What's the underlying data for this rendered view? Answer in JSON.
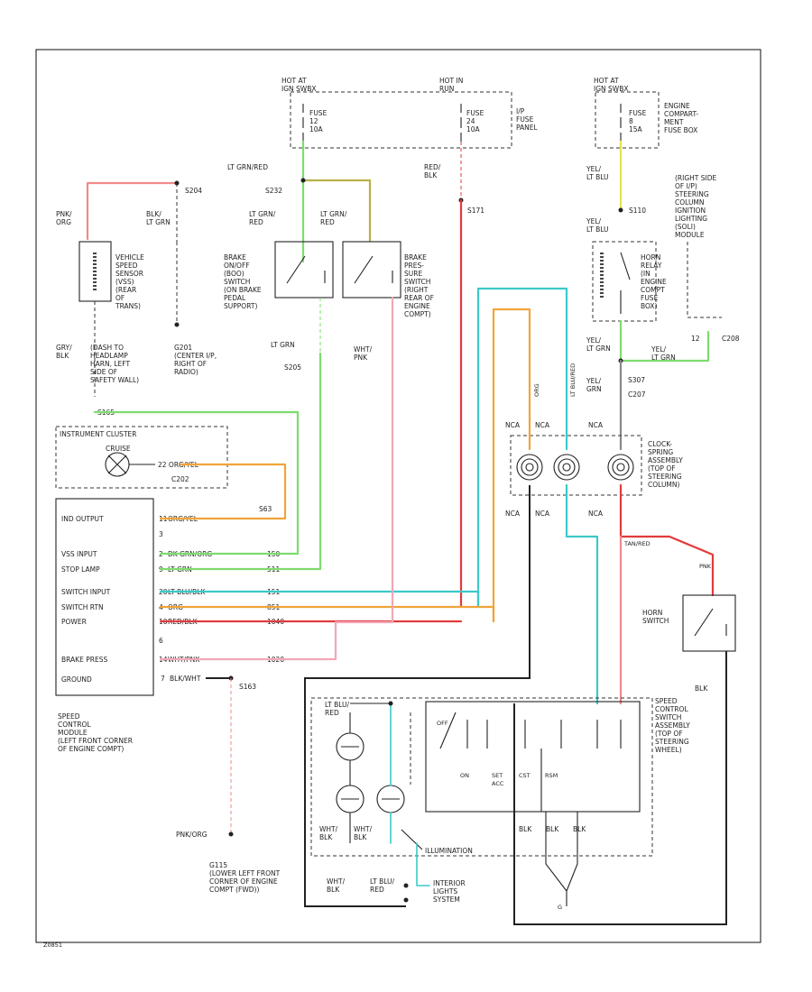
{
  "colors": {
    "pink": "#f08a8a",
    "red": "#e23b3b",
    "lt_green": "#7ddc6e",
    "yellow_green": "#b9b04a",
    "yellow": "#e8e24a",
    "cyan": "#3cc9c9",
    "orange": "#f0a43a",
    "light_pink": "#f3a7b6",
    "black": "#222222"
  },
  "top": {
    "hot_at_ign_left": "HOT AT\nIGN SWBX",
    "fuse_left": "FUSE\n12\n10A",
    "hot_in_run": "HOT IN\nRUN",
    "fuse_mid": "FUSE\n24\n10A",
    "ip_fuse_panel": "I/P\nFUSE\nPANEL",
    "hot_at_ign_right": "HOT AT\nIGN SWBX",
    "fuse_right": "FUSE\n8\n15A",
    "engine_fuse_box": "ENGINE\nCOMPART-\nMENT\nFUSE BOX"
  },
  "vss": {
    "pnk_org": "PNK/\nORG",
    "blk_ltgrn": "BLK/\nLT GRN",
    "s204": "S204",
    "name": "VEHICLE\nSPEED\nSENSOR\n(VSS)\n(REAR\nOF\nTRANS)",
    "gry_blk": "GRY/\nBLK",
    "note": "(DASH TO\nHEADLAMP\nHARN, LEFT\nSIDE OF\nSAFETY WALL)",
    "g201": "G201\n(CENTER I/P,\nRIGHT OF\nRADIO)",
    "s165": "S165"
  },
  "brake": {
    "lt_grn_red_top": "LT GRN/RED",
    "s232": "S232",
    "lt_grn_red_1": "LT GRN/\nRED",
    "lt_grn_red_2": "LT GRN/\nRED",
    "onoff_switch": "BRAKE\nON/OFF\n(BOO)\nSWITCH\n(ON BRAKE\nPEDAL\nSUPPORT)",
    "lt_grn": "LT GRN",
    "s205": "S205",
    "pressure_switch": "BRAKE\nPRES-\nSURE\nSWITCH\n(RIGHT\nREAR OF\nENGINE\nCOMPT)",
    "wht_pnk": "WHT/\nPNK"
  },
  "run_wire": {
    "red_blk": "RED/\nBLK",
    "s171": "S171"
  },
  "horn_relay": {
    "yel_ltblu": "YEL/\nLT BLU",
    "s110": "S110",
    "yel_ltblu_2": "YEL/\nLT BLU",
    "name": "HORN\nRELAY\n(IN\nENGINE\nCOMPT\nFUSE\nBOX)",
    "right_side": "(RIGHT SIDE\nOF I/P)\nSTEERING\nCOLUMN\nIGNITION\nLIGHTING\n(SOLI)\nMODULE",
    "c208": "C208",
    "yel_ltgrn": "YEL/\nLT GRN",
    "yel_ltgrn_2": "YEL/\nLT GRN",
    "yel_grn": "YEL/\nGRN",
    "s307": "S307",
    "c207": "C207",
    "v12": "12"
  },
  "cluster": {
    "title": "INSTRUMENT CLUSTER",
    "cruise": "CRUISE",
    "c202": "C202",
    "wire_22": "22  ORG/YEL",
    "s63": "S63"
  },
  "clockspring": {
    "nca1": "NCA",
    "nca2": "NCA",
    "nca3": "NCA",
    "nca4": "NCA",
    "nca5": "NCA",
    "nca6": "NCA",
    "name": "CLOCK-\nSPRING\nASSEMBLY\n(TOP OF\nSTEERING\nCOLUMN)",
    "ltblu_red": "LT BLU/RED",
    "org_tag": "ORG",
    "tan_red": "TAN/RED"
  },
  "scm": {
    "pins": [
      {
        "num": "11",
        "label": "IND OUTPUT",
        "wire": "ORG/YEL"
      },
      {
        "num": "3",
        "label": "",
        "wire": ""
      },
      {
        "num": "2",
        "label": "VSS INPUT",
        "wire": "DK GRN/ORG",
        "circuit": "150"
      },
      {
        "num": "9",
        "label": "STOP LAMP",
        "wire": "LT GRN",
        "circuit": "511"
      },
      {
        "num": "20",
        "label": "SWITCH INPUT",
        "wire": "LT BLU/BLK",
        "circuit": "151"
      },
      {
        "num": "4",
        "label": "SWITCH RTN",
        "wire": "ORG",
        "circuit": "851"
      },
      {
        "num": "10",
        "label": "POWER",
        "wire": "RED/BLK",
        "circuit": "1040"
      },
      {
        "num": "6",
        "label": "",
        "wire": ""
      },
      {
        "num": "14",
        "label": "BRAKE PRESS",
        "wire": "WHT/PNK",
        "circuit": "1020"
      }
    ],
    "ground_pin": "7",
    "ground_label": "GROUND",
    "ground_wire": "BLK/WHT",
    "s163": "S163",
    "name": "SPEED\nCONTROL\nMODULE\n(LEFT FRONT CORNER\nOF ENGINE COMPT)",
    "pnk_org": "PNK/ORG",
    "g115": "G115\n(LOWER LEFT FRONT\nCORNER OF ENGINE\nCOMPT (FWD))"
  },
  "horn_switch": {
    "name": "HORN\nSWITCH",
    "pnk_tag": "PNK"
  },
  "scs": {
    "lt_blu_red": "LT BLU/\nRED",
    "name": "SPEED\nCONTROL\nSWITCH\nASSEMBLY\n(TOP OF\nSTEERING\nWHEEL)",
    "blk": "BLK",
    "wht_blk_1": "WHT/\nBLK",
    "wht_blk_2": "WHT/\nBLK",
    "illumination": "ILLUMINATION",
    "blk1": "BLK",
    "blk2": "BLK",
    "blk3": "BLK",
    "wht_blk_3": "WHT/\nBLK",
    "lt_blu_red_2": "LT BLU/\nRED",
    "interior": "INTERIOR\nLIGHTS\nSYSTEM",
    "btn_off": "OFF",
    "btn_on": "ON",
    "btn_set": "SET\nACC",
    "btn_cst": "CST",
    "btn_rsm": "RSM",
    "g": "G",
    "ref": "Z0851"
  }
}
